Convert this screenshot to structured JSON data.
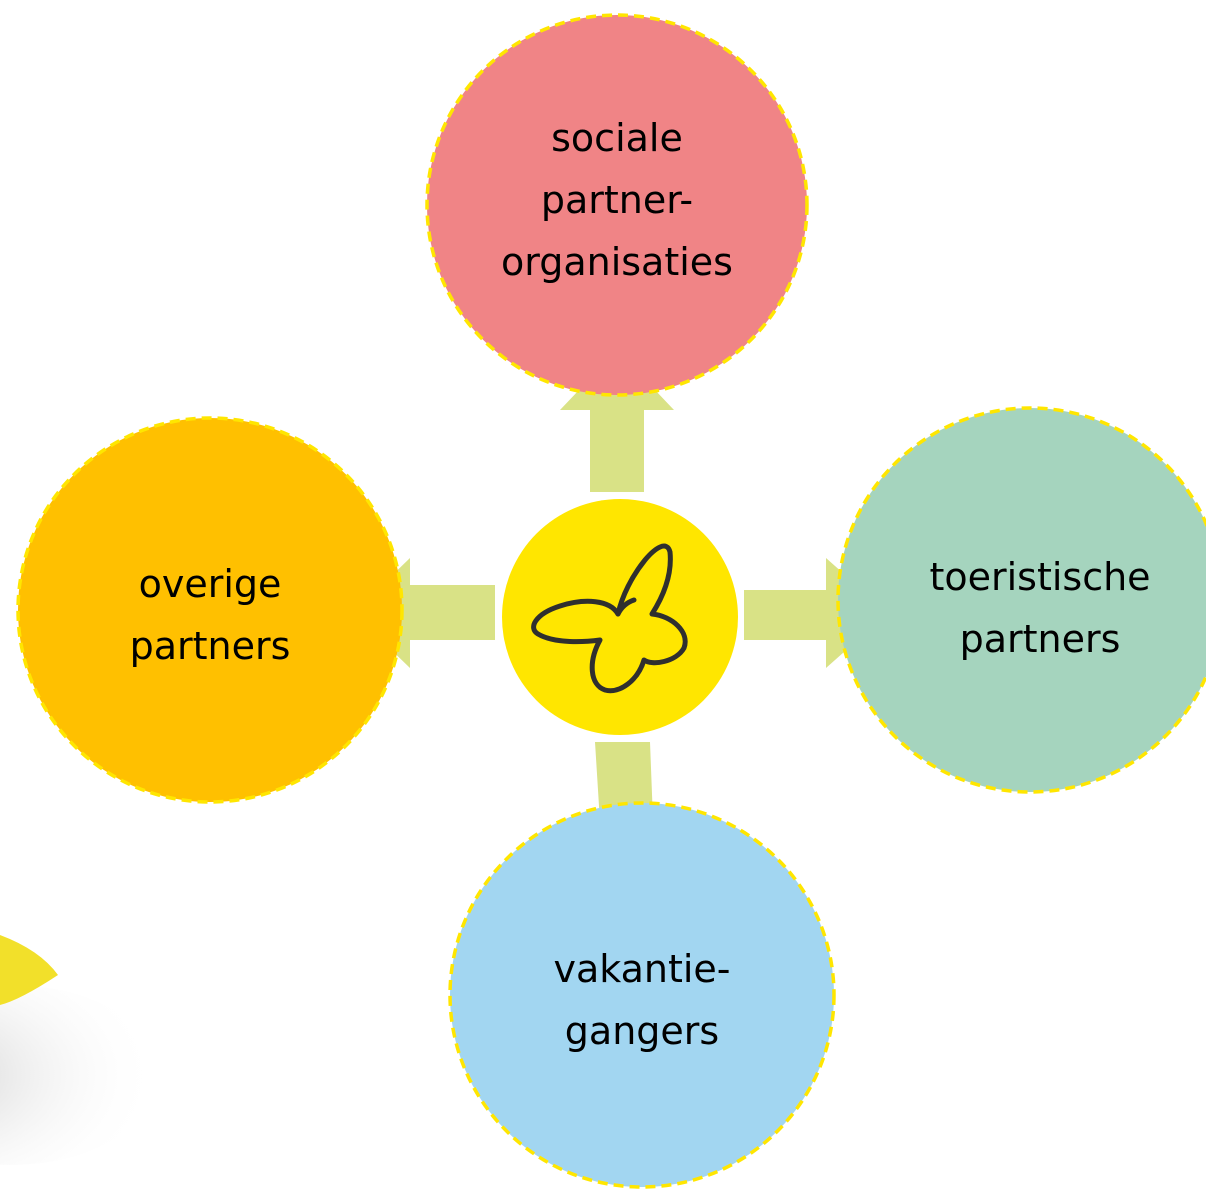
{
  "diagram": {
    "center": {
      "icon": "butterfly-icon",
      "color": "#FFE600"
    },
    "nodes": [
      {
        "id": "top",
        "lines": [
          "sociale",
          "partner-",
          "organisaties"
        ],
        "color": "#F08486"
      },
      {
        "id": "right",
        "lines": [
          "toeristische",
          "partners"
        ],
        "color": "#A5D4BE"
      },
      {
        "id": "bottom",
        "lines": [
          "vakantie-",
          "gangers"
        ],
        "color": "#A2D6F1"
      },
      {
        "id": "left",
        "lines": [
          "overige",
          "partners"
        ],
        "color": "#FFC000"
      }
    ],
    "border_color": "#FFE600",
    "arrow_color": "#D9E286"
  }
}
